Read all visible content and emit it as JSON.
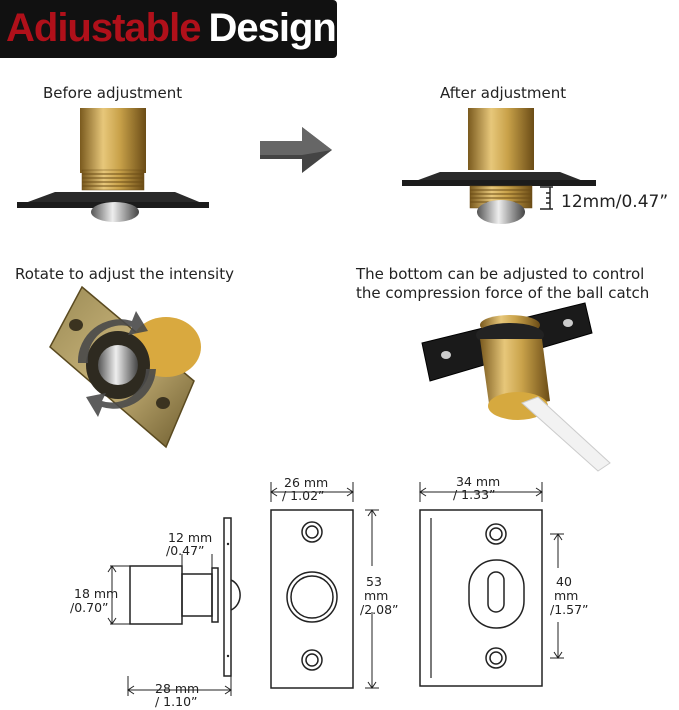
{
  "title": {
    "word_red": "Adiustable",
    "word_white": "Design"
  },
  "captions": {
    "before": "Before adjustment",
    "after": "After adjustment",
    "rotate": "Rotate to adjust the intensity",
    "bottom_line1": "The bottom can be adjusted to control",
    "bottom_line2": "the compression force of the ball catch"
  },
  "adjustment": {
    "measure": "12mm/0.47”"
  },
  "dimensions": {
    "body_len_mm": "12  mm",
    "body_len_in": "/0.47”",
    "dia_mm": "18  mm",
    "dia_in": "/0.70”",
    "total_len_mm": "28  mm",
    "total_len_in": "/ 1.10”",
    "plate_w_mm": "26  mm",
    "plate_w_in": "/ 1.02”",
    "plate_h_mm": "53",
    "plate_h_mm2": "mm",
    "plate_h_in": "/2.08”",
    "strike_w_mm": "34  mm",
    "strike_w_in": "/ 1.33”",
    "strike_h_mm": "40",
    "strike_h_mm2": "mm",
    "strike_h_in": "/1.57”"
  },
  "colors": {
    "brass": "#c9a24a",
    "plate": "#1c1c1c",
    "banner_red": "#b0101a"
  },
  "icons": [
    "arrow-right-icon",
    "rotate-arrows-icon"
  ]
}
